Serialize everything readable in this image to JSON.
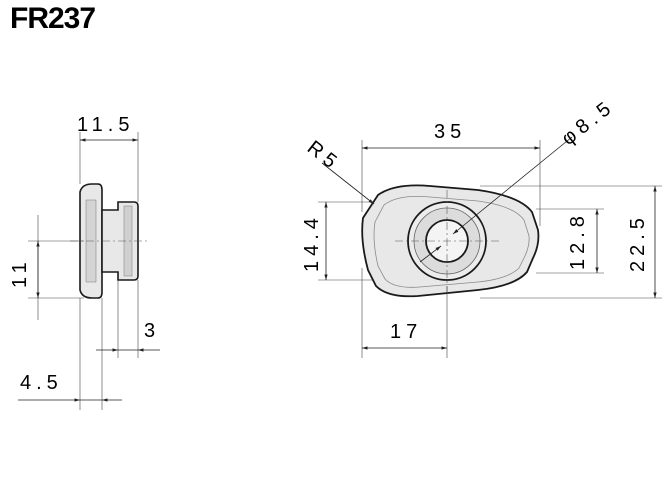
{
  "title": "FR237",
  "colors": {
    "part_fill": "#e8e8e8",
    "part_stroke": "#1a1a1a",
    "part_shade": "#bfbfbf",
    "dim_line": "#333333"
  },
  "side_view": {
    "dims": {
      "total_width": "11.5",
      "height": "11",
      "flange_thickness": "4.5",
      "boss_width": "3"
    }
  },
  "front_view": {
    "dims": {
      "radius": "R5",
      "hole_diameter": "φ8.5",
      "length": "35",
      "left_height": "14.4",
      "offset": "17",
      "inner_height": "12.8",
      "total_height": "22.5"
    }
  }
}
